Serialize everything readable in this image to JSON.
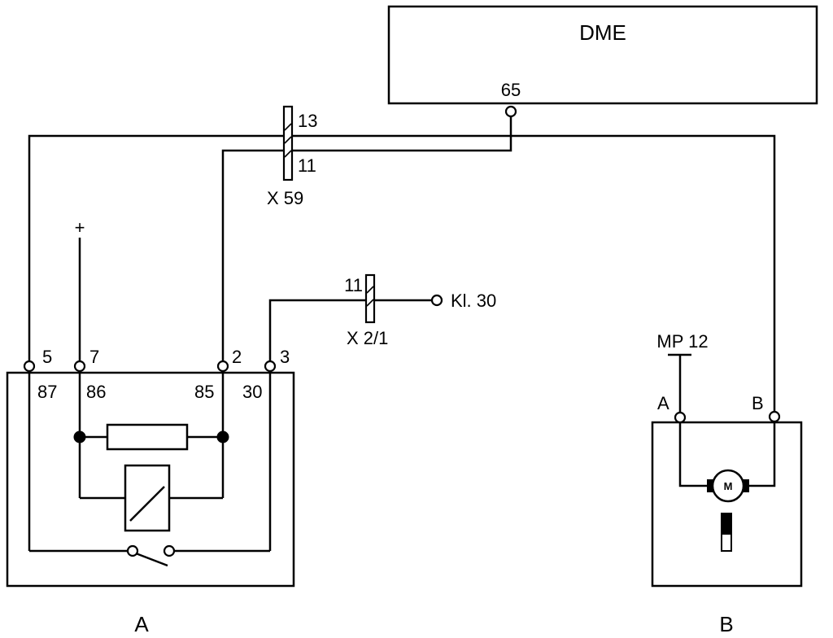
{
  "dme": {
    "title": "DME",
    "pin": "65"
  },
  "connector_x59": {
    "name": "X 59",
    "pin_top": "13",
    "pin_bottom": "11"
  },
  "connector_x21": {
    "name": "X 2/1",
    "pin": "11"
  },
  "kl30": {
    "label": "Kl. 30"
  },
  "supply": {
    "label": "+"
  },
  "relay_a": {
    "label": "A",
    "pins": {
      "p5": "5",
      "p7": "7",
      "p2": "2",
      "p3": "3"
    },
    "terminals": {
      "t87": "87",
      "t86": "86",
      "t85": "85",
      "t30": "30"
    }
  },
  "pump_b": {
    "label": "B",
    "measure_point": "MP 12",
    "pin_a": "A",
    "pin_b": "B",
    "motor": "M"
  }
}
